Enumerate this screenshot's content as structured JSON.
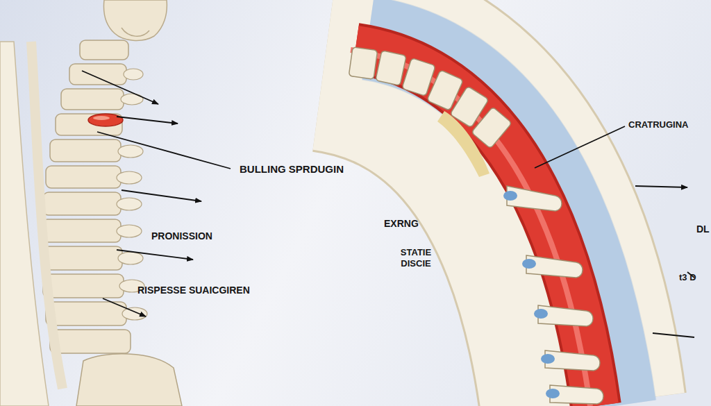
{
  "diagram": {
    "labels": [
      "BULLING SPRDUGIN",
      "PRONISSION",
      "RISPESSE SUAICGIREN",
      "EXRNG",
      "STATIE DISCIE",
      "CRATRUGINA",
      "DL",
      "t3 D"
    ]
  }
}
